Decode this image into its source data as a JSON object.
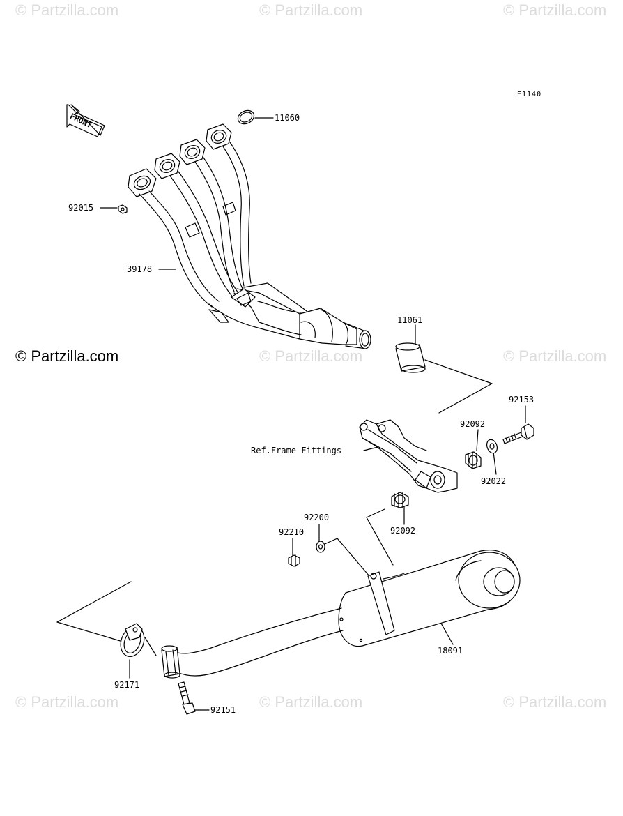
{
  "diagram": {
    "code": "E1140",
    "front_label": "FRONT",
    "callouts": {
      "p11060": "11060",
      "p92015": "92015",
      "p39178": "39178",
      "p11061": "11061",
      "p92153": "92153",
      "p92092_top": "92092",
      "p92022": "92022",
      "ref_frame": "Ref.Frame Fittings",
      "p92200": "92200",
      "p92210": "92210",
      "p92092_bottom": "92092",
      "p18091": "18091",
      "p92171": "92171",
      "p92151": "92151"
    }
  },
  "watermarks": {
    "text": "© Partzilla.com"
  }
}
